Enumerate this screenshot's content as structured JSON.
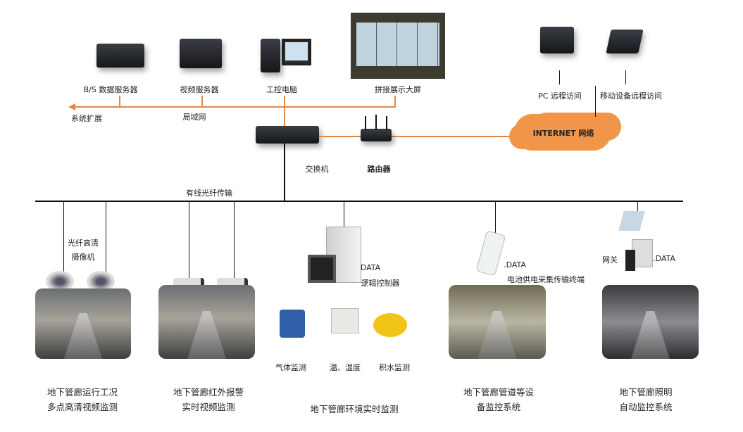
{
  "top": {
    "bs_server": "B/S 数据服务器",
    "video_server": "视频服务器",
    "ipc": "工控电脑",
    "video_wall": "拼接展示大屏",
    "expand": "系统扩展",
    "lan": "局域网"
  },
  "network": {
    "switch": "交换机",
    "router": "路由器",
    "internet": "INTERNET 网络",
    "pc_remote": "PC 远程访问",
    "mobile_remote": "移动设备远程访问",
    "fiber": "有线光纤传输"
  },
  "devices": {
    "camera": [
      "光纤高清",
      "摄像机"
    ],
    "data1": "DATA",
    "plc": "逻辑控制器",
    "data2": ".DATA",
    "terminal": "电池供电采集传输终端",
    "gateway": "网关",
    "data3": ".DATA"
  },
  "sensors": {
    "gas": "气体监测",
    "temp": "温、湿度",
    "water": "积水监测"
  },
  "captions": {
    "c1": [
      "地下管廊运行工况",
      "多点高清视频监测"
    ],
    "c2": [
      "地下管廊红外报警",
      "实时视频监测"
    ],
    "c3": "地下管廊环境实时监测",
    "c4": [
      "地下管廊管道等设",
      "备监控系统"
    ],
    "c5": [
      "地下管廊照明",
      "自动监控系统"
    ]
  },
  "colors": {
    "lan_line": "#e08a4a",
    "fiber_line": "#111111",
    "cloud": "#f0954a"
  }
}
